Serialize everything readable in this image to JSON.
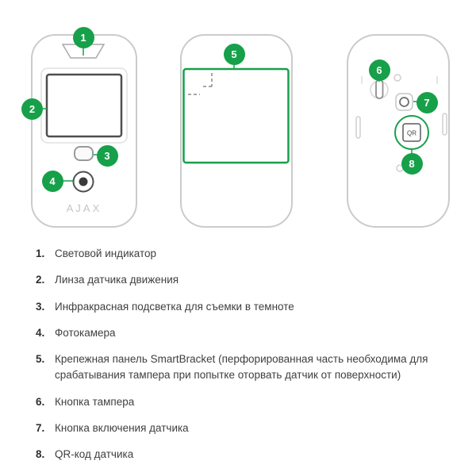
{
  "accent_color": "#16a04a",
  "callouts": [
    "1",
    "2",
    "3",
    "4",
    "5",
    "6",
    "7",
    "8"
  ],
  "front_view": {
    "logo_text": "AJAX"
  },
  "back_view": {
    "qr_label": "QR"
  },
  "legend": {
    "items": [
      {
        "num": "1.",
        "text": "Световой индикатор"
      },
      {
        "num": "2.",
        "text": "Линза датчика движения"
      },
      {
        "num": "3.",
        "text": "Инфракрасная подсветка для съемки в темноте"
      },
      {
        "num": "4.",
        "text": "Фотокамера"
      },
      {
        "num": "5.",
        "text": "Крепежная панель SmartBracket (перфорированная часть необходима для срабатывания тампера при попытке оторвать датчик от поверхности)"
      },
      {
        "num": "6.",
        "text": "Кнопка тампера"
      },
      {
        "num": "7.",
        "text": "Кнопка включения датчика"
      },
      {
        "num": "8.",
        "text": "QR-код датчика"
      }
    ]
  }
}
